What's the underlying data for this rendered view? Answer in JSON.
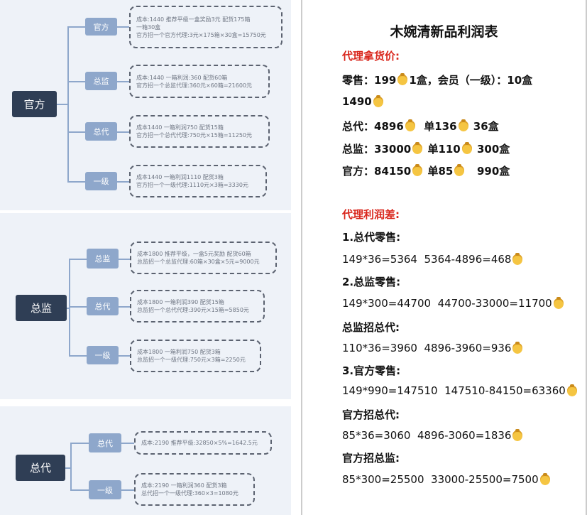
{
  "left": {
    "sections": [
      {
        "root": "官方",
        "children": [
          {
            "label": "官方",
            "note": [
              "成本:1440  推荐平级一盒奖励3元  配货175箱",
              "一箱30盒",
              "官方招一个官方代理:3元×175箱×30盒=15750元"
            ]
          },
          {
            "label": "总监",
            "note": [
              "成本:1440  一箱利润:360  配货60箱",
              "官方招一个总监代理:360元×60箱=21600元"
            ]
          },
          {
            "label": "总代",
            "note": [
              "成本1440  一箱利润750  配货15箱",
              "官方招一个总代代理:750元×15箱=11250元"
            ]
          },
          {
            "label": "一级",
            "note": [
              "成本1440  一箱利润1110  配货3箱",
              "官方招一个一级代理:1110元×3箱=3330元"
            ]
          }
        ]
      },
      {
        "root": "总监",
        "children": [
          {
            "label": "总监",
            "note": [
              "成本1800  推荐平级，一盒5元奖励  配货60箱",
              "总监招一个总监代理:60箱×30盒×5元=9000元"
            ]
          },
          {
            "label": "总代",
            "note": [
              "成本1800  一箱利润390  配货15箱",
              "总监招一个总代代理:390元×15箱=5850元"
            ]
          },
          {
            "label": "一级",
            "note": [
              "成本1800  一箱利润750  配货3箱",
              "总监招一个一级代理:750元×3箱=2250元"
            ]
          }
        ]
      },
      {
        "root": "总代",
        "children": [
          {
            "label": "总代",
            "note": [
              "成本:2190  推荐平级:32850×5%=1642.5元"
            ]
          },
          {
            "label": "一级",
            "note": [
              "成本:2190  一箱利润360  配货3箱",
              "总代招一个一级代理:360×3=1080元"
            ]
          }
        ]
      }
    ]
  },
  "right": {
    "title": "木婉清新品利润表",
    "heading1": "代理拿货价:",
    "prices": {
      "retail": [
        "零售：",
        "199",
        "1盒，会员（一级）：10盒"
      ],
      "retail2": "1490",
      "zongdai": [
        "总代：",
        "4896",
        "单136",
        "36盒"
      ],
      "zongjian": [
        "总监：",
        "33000",
        "单110",
        "300盒"
      ],
      "guanfang": [
        "官方：",
        "84150",
        "单85",
        "990盒"
      ]
    },
    "heading2": "代理利润差:",
    "items": [
      {
        "h": "1.总代零售:",
        "v": "149*36=5364  5364-4896=468"
      },
      {
        "h": "2.总监零售:",
        "v": "149*300=44700  44700-33000=11700"
      },
      {
        "h": "总监招总代:",
        "v": "110*36=3960  4896-3960=936"
      },
      {
        "h": "3.官方零售:",
        "v": "149*990=147510  147510-84150=63360"
      },
      {
        "h": "官方招总代:",
        "v": "85*36=3060  4896-3060=1836"
      },
      {
        "h": "官方招总监:",
        "v": "85*300=25500  33000-25500=7500"
      }
    ]
  },
  "colors": {
    "root": "#2f3e55",
    "child": "#8ea7cb",
    "red": "#d9261c"
  }
}
